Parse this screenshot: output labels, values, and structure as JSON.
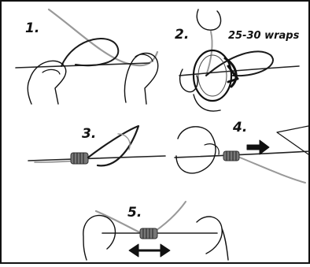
{
  "steps": [
    {
      "number": "1."
    },
    {
      "number": "2.",
      "note": "25-30 wraps"
    },
    {
      "number": "3."
    },
    {
      "number": "4."
    },
    {
      "number": "5."
    }
  ],
  "colors": {
    "frame": "#111111",
    "line_dark": "#1a1a1a",
    "line_light": "#9a9a9a",
    "wrap": "#555555"
  }
}
